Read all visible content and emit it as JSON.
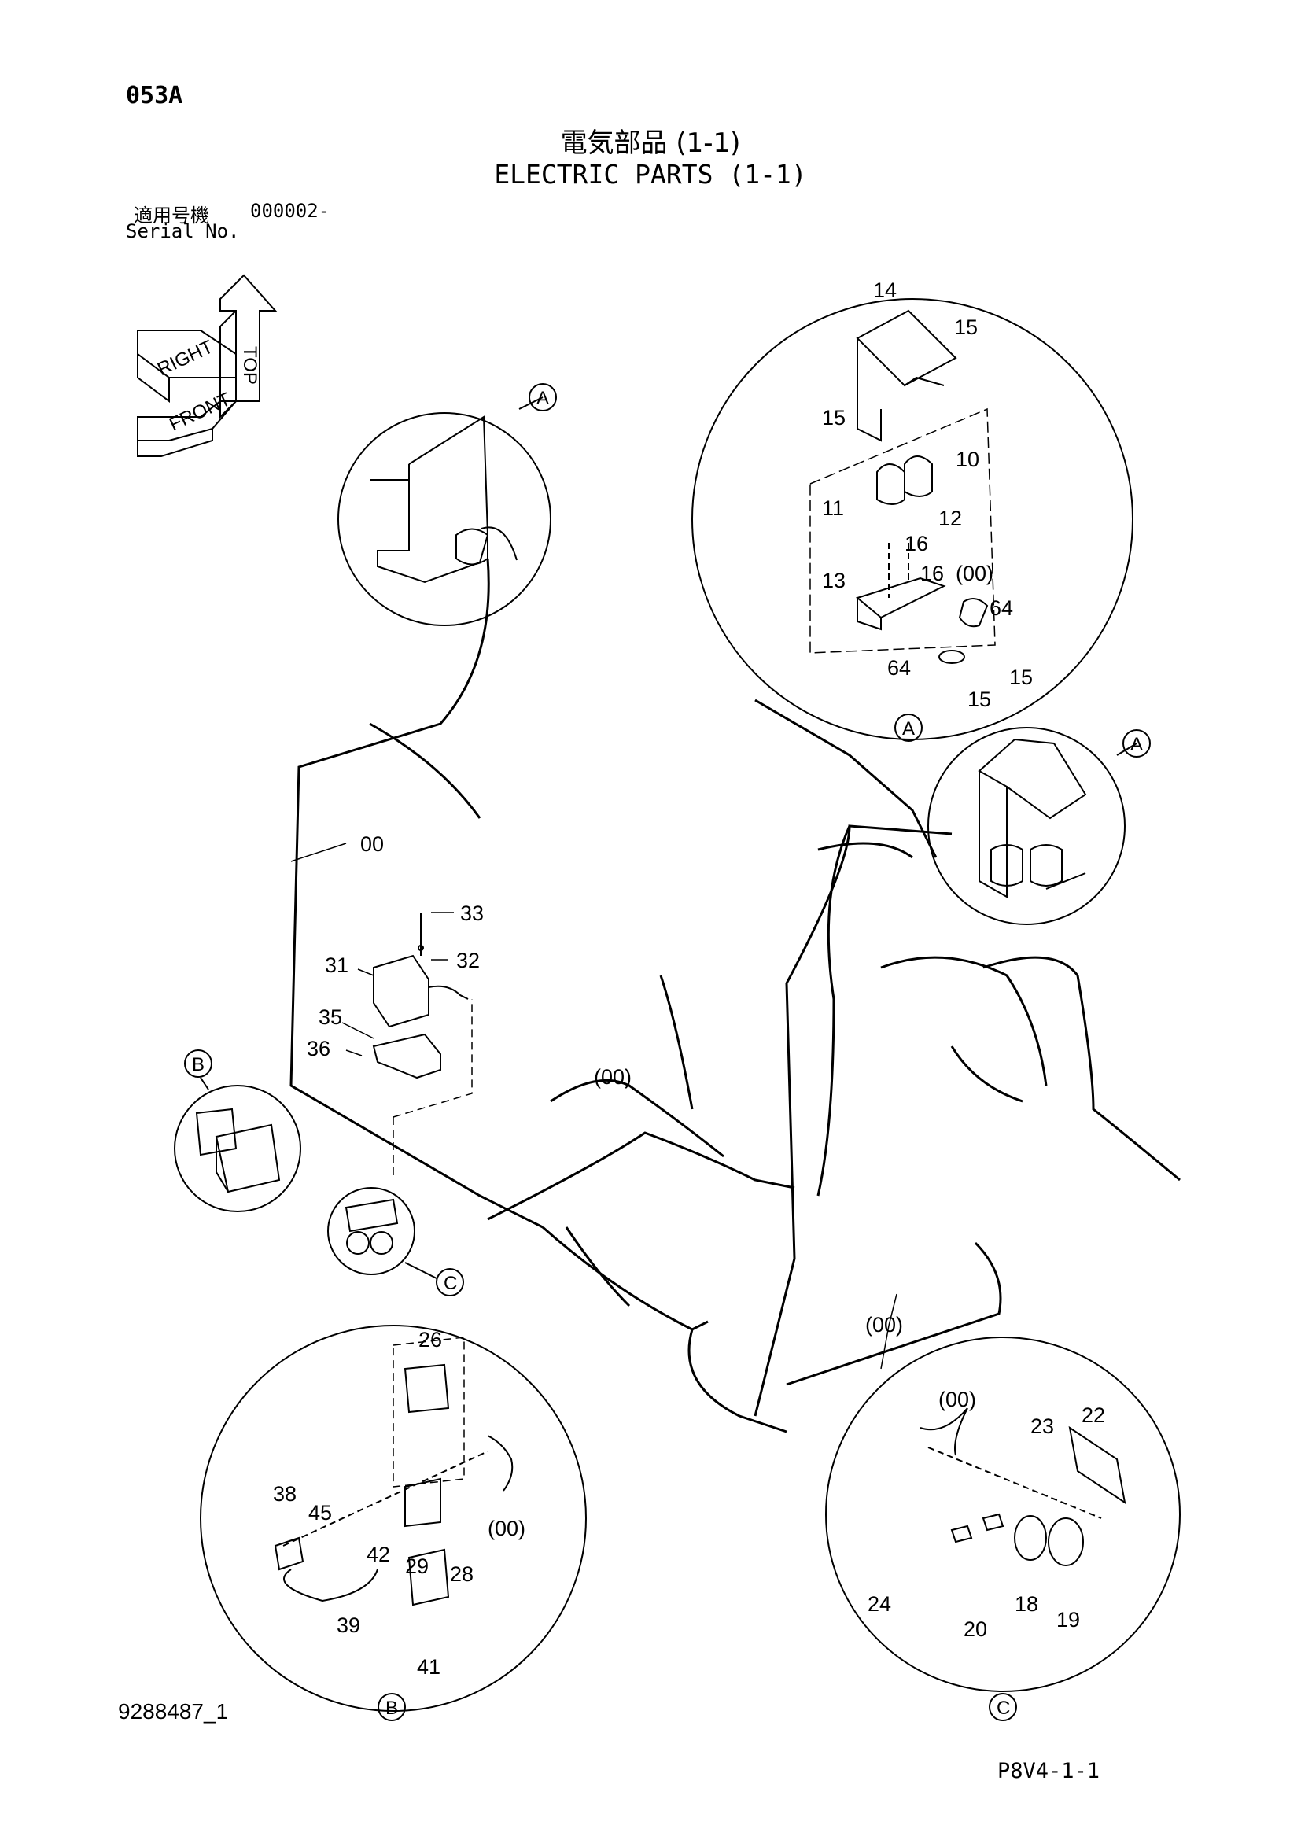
{
  "header": {
    "page_code": "053A",
    "title_jp": "電気部品 (1-1)",
    "title_en": "ELECTRIC PARTS (1-1)",
    "serial_label_jp": "適用号機",
    "serial_value": "000002-",
    "serial_label_en": "Serial No."
  },
  "orientation_icon": {
    "labels": [
      "TOP",
      "RIGHT",
      "FRONT"
    ]
  },
  "callouts": {
    "A": "A",
    "B": "B",
    "C": "C"
  },
  "parts": {
    "p14": "14",
    "p15a": "15",
    "p15b": "15",
    "p10": "10",
    "p11": "11",
    "p12": "12",
    "p16a": "16",
    "p13": "13",
    "p16b": "16",
    "p00a": "(00)",
    "p64a": "64",
    "p64b": "64",
    "p15c": "15",
    "p15d": "15",
    "p00main": "00",
    "p33": "33",
    "p32": "32",
    "p31": "31",
    "p35": "35",
    "p36": "36",
    "p00b": "(00)",
    "p00c": "(00)",
    "p26": "26",
    "p38": "38",
    "p45": "45",
    "p00d": "(00)",
    "p29": "29",
    "p28": "28",
    "p42": "42",
    "p39": "39",
    "p41": "41",
    "p00e": "(00)",
    "p23": "23",
    "p22": "22",
    "p24": "24",
    "p18": "18",
    "p20": "20",
    "p19": "19"
  },
  "footer": {
    "doc_id": "9288487_1",
    "page_ref": "P8V4-1-1"
  }
}
